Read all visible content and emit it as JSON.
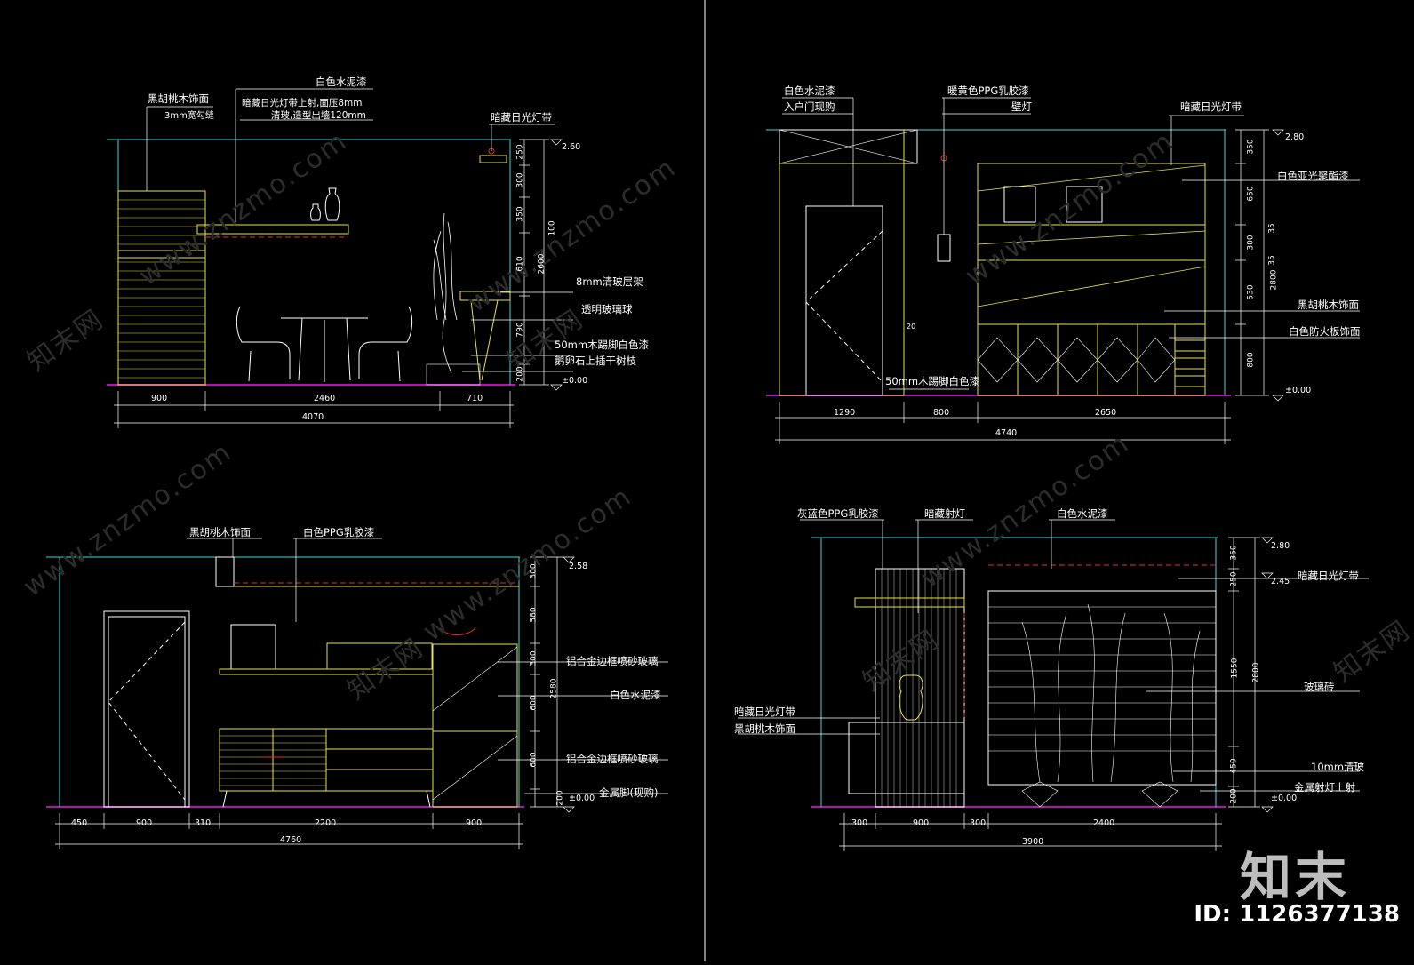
{
  "watermarks": [
    "www.znzmo.com",
    "www.znzmo.com",
    "www.znzmo.com",
    "www.znzmo.com",
    "www.znzmo.com",
    "www.znzmo.com",
    "知末网",
    "知末网",
    "知末网",
    "知末网",
    "知末网"
  ],
  "brand": "知末",
  "image_id": "ID: 1126377138",
  "colors": {
    "bg": "#000000",
    "line_cyan": "#3fd7d7",
    "line_yellow": "#e8e24a",
    "line_white": "#ffffff",
    "line_red": "#e23030",
    "floor": "#b015b0"
  },
  "panel_tl": {
    "labels": [
      "白色水泥漆",
      "黑胡桃木饰面",
      "3mm宽勾缝",
      "暗藏日光灯带上射,面压8mm",
      "清玻,造型出墙120mm",
      "暗藏日光灯带",
      "8mm清玻层架",
      "透明玻璃球",
      "50mm木踢脚白色漆",
      "鹅卵石上插干树枝"
    ],
    "hdims": [
      "900",
      "2460",
      "710",
      "4070"
    ],
    "vdims": [
      "250",
      "300",
      "350",
      "610",
      "790",
      "200",
      "2600",
      "100"
    ],
    "level_top": "2.60",
    "level_floor": "±0.00"
  },
  "panel_tr": {
    "labels": [
      "白色水泥漆",
      "入户门现购",
      "暖黄色PPG乳胶漆",
      "壁灯",
      "暗藏日光灯带",
      "白色亚光聚酯漆",
      "黑胡桃木饰面",
      "白色防火板饰面",
      "50mm木踢脚白色漆"
    ],
    "hdims": [
      "1290",
      "800",
      "2650",
      "4740"
    ],
    "vdims": [
      "350",
      "650",
      "300",
      "530",
      "800",
      "2800",
      "35",
      "35"
    ],
    "mark_20": "20",
    "level_top": "2.80",
    "level_floor": "±0.00"
  },
  "panel_bl": {
    "labels": [
      "黑胡桃木饰面",
      "白色PPG乳胶漆",
      "铝合金边框喷砂玻璃",
      "白色水泥漆",
      "铝合金边框喷砂玻璃",
      "金属脚(现购)"
    ],
    "hdims": [
      "450",
      "900",
      "310",
      "2200",
      "900",
      "4760"
    ],
    "vdims": [
      "300",
      "580",
      "300",
      "600",
      "600",
      "200",
      "2580"
    ],
    "level_top": "2.58",
    "level_floor": "±0.00"
  },
  "panel_br": {
    "labels": [
      "灰蓝色PPG乳胶漆",
      "暗藏射灯",
      "白色水泥漆",
      "暗藏日光灯带",
      "暗藏日光灯带",
      "黑胡桃木饰面",
      "玻璃砖",
      "10mm清玻",
      "金属射灯上射"
    ],
    "hdims": [
      "300",
      "900",
      "300",
      "2400",
      "3900"
    ],
    "vdims": [
      "350",
      "250",
      "1550",
      "450",
      "200",
      "2800"
    ],
    "level_top": "2.80",
    "level_mid": "2.45",
    "level_floor": "±0.00"
  }
}
